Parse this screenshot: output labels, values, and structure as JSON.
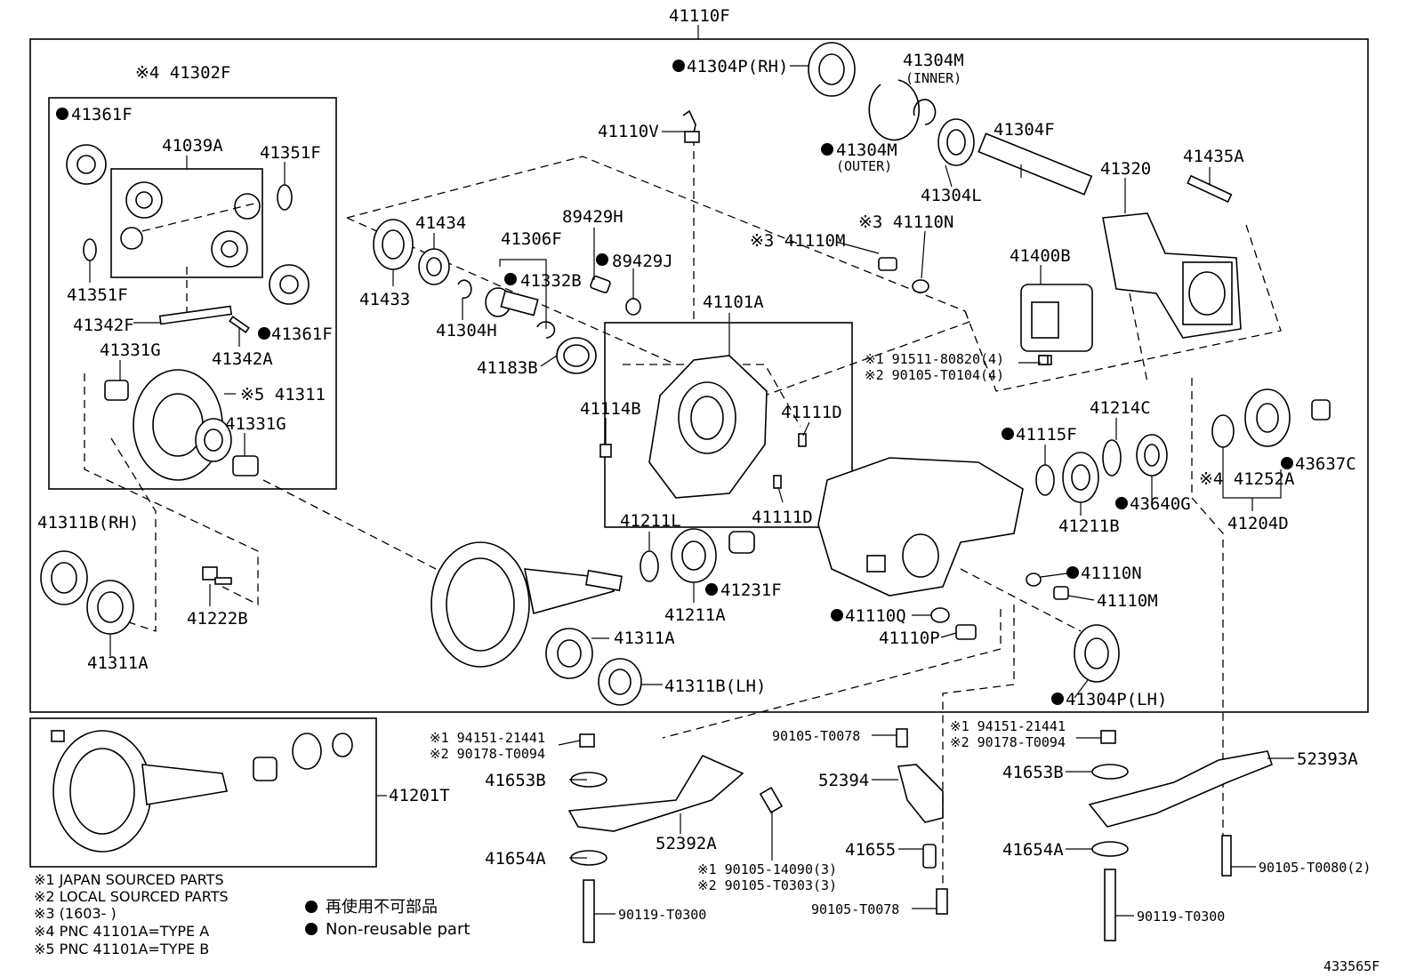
{
  "diagram": {
    "assembly_number": "41110F",
    "figure_code": "433565F",
    "labels": {
      "l41302F": "※4 41302F",
      "l41361F_a": "41361F",
      "l41039A": "41039A",
      "l41351F_a": "41351F",
      "l41351F_b": "41351F",
      "l41342F": "41342F",
      "l41361F_b": "41361F",
      "l41342A": "41342A",
      "l41331G_a": "41331G",
      "l41311": "※5 41311",
      "l41331G_b": "41331G",
      "l41311B_RH": "41311B(RH)",
      "l41222B": "41222B",
      "l41311A_a": "41311A",
      "l41434": "41434",
      "l41433": "41433",
      "l41304H": "41304H",
      "l41306F": "41306F",
      "l41332B": "41332B",
      "l89429H": "89429H",
      "l89429J": "89429J",
      "l41183B": "41183B",
      "l41110V": "41110V",
      "l41101A": "41101A",
      "l41114B": "41114B",
      "l41111D_a": "41111D",
      "l41111D_b": "41111D",
      "l41211L": "41211L",
      "l41231F": "41231F",
      "l41211A": "41211A",
      "l41311A_b": "41311A",
      "l41311B_LH": "41311B(LH)",
      "l41304P_RH": "41304P(RH)",
      "l41304M_inner": "41304M",
      "l41304M_inner_sub": "(INNER)",
      "l41304M_outer": "41304M",
      "l41304M_outer_sub": "(OUTER)",
      "l41304F": "41304F",
      "l41304L": "41304L",
      "l41110N_a": "※3 41110N",
      "l41110M_a": "※3 41110M",
      "l41320": "41320",
      "l41435A": "41435A",
      "l41400B": "41400B",
      "l91511": "※1 91511-80820(4)",
      "l90105_T0104": "※2 90105-T0104(4)",
      "l41115F": "41115F",
      "l41214C": "41214C",
      "l41211B": "41211B",
      "l43640G": "43640G",
      "l41252A": "※4 41252A",
      "l43637C": "43637C",
      "l41204D": "41204D",
      "l41110N_b": "41110N",
      "l41110M_b": "41110M",
      "l41110Q": "41110Q",
      "l41110P": "41110P",
      "l41304P_LH": "41304P(LH)",
      "l41201T": "41201T",
      "l94151_a": "※1 94151-21441",
      "l90178_a": "※2 90178-T0094",
      "l41653B_a": "41653B",
      "l52392A": "52392A",
      "l41654A_a": "41654A",
      "l90119_a": "90119-T0300",
      "l90105_14090": "※1 90105-14090(3)",
      "l90105_T0303": "※2 90105-T0303(3)",
      "l90105_T0078_a": "90105-T0078",
      "l52394": "52394",
      "l41655": "41655",
      "l90105_T0078_b": "90105-T0078",
      "l94151_b": "※1 94151-21441",
      "l90178_b": "※2 90178-T0094",
      "l41653B_b": "41653B",
      "l52393A": "52393A",
      "l41654A_b": "41654A",
      "l90105_T0080": "90105-T0080(2)",
      "l90119_b": "90119-T0300"
    },
    "notes": [
      "※1  JAPAN SOURCED PARTS",
      "※2  LOCAL SOURCED PARTS",
      "※3 (1603-         )",
      "※4 PNC 41101A=TYPE A",
      "※5 PNC 41101A=TYPE B"
    ],
    "legend": {
      "jp": "再使用不可部品",
      "en": "Non-reusable part"
    }
  }
}
